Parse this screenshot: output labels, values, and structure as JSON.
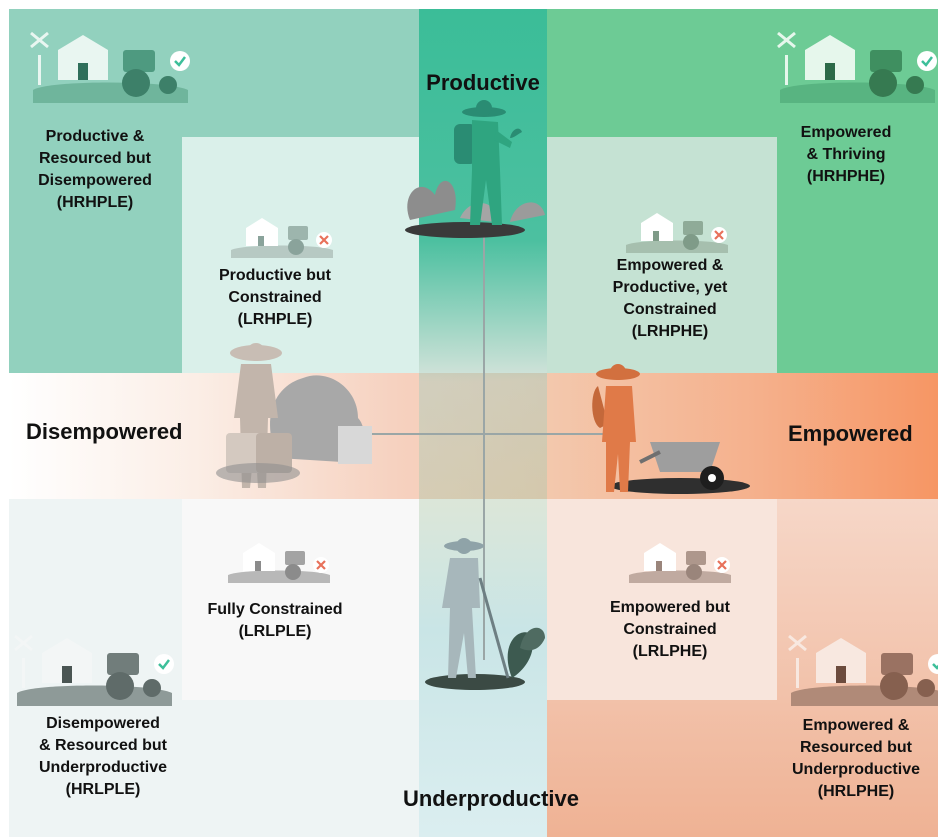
{
  "axes": {
    "top": "Productive",
    "bottom": "Underproductive",
    "left": "Disempowered",
    "right": "Empowered"
  },
  "quadrants": {
    "top_left_outer": [
      "Productive &",
      "Resourced but",
      "Disempowered",
      "(HRHPLE)"
    ],
    "top_left_inner": [
      "Productive but",
      "Constrained",
      "(LRHPLE)"
    ],
    "top_right_inner": [
      "Empowered &",
      "Productive, yet",
      "Constrained",
      "(LRHPHE)"
    ],
    "top_right_outer": [
      "Empowered",
      "& Thriving",
      "(HRHPHE)"
    ],
    "bottom_left_inner": [
      "Fully Constrained",
      "(LRLPLE)"
    ],
    "bottom_left_outer": [
      "Disempowered",
      "& Resourced but",
      "Underproductive",
      "(HRLPLE)"
    ],
    "bottom_right_inner": [
      "Empowered but",
      "Constrained",
      "(LRLPHE)"
    ],
    "bottom_right_outer": [
      "Empowered &",
      "Resourced but",
      "Underproductive",
      "(HRLPHE)"
    ]
  },
  "icons": {
    "resourced_farm": "farm-tractor-check-icon",
    "constrained_farm": "farm-tractor-cross-icon"
  },
  "colors": {
    "productive_teal": "#3dbf9a",
    "empowered_green": "#5fc98e",
    "empowered_orange": "#f6976a",
    "underproductive_blue": "#d5eaec",
    "disempowered_pink": "#fce5dc",
    "check_badge": "#3dbf9a",
    "cross_badge": "#e8715a"
  }
}
